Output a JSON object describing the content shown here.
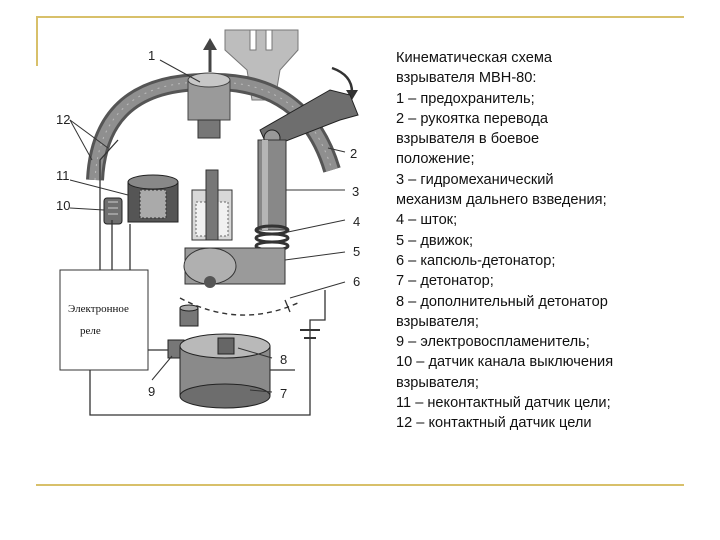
{
  "caption": {
    "lines": [
      "Кинематическая схема",
      "взрывателя МВН-80:",
      "1 – предохранитель;",
      "2 – рукоятка перевода",
      "взрывателя в боевое",
      "положение;",
      "3 – гидромеханический",
      "механизм дальнего взведения;",
      "4 – шток;",
      "5 – движок;",
      "6 – капсюль-детонатор;",
      "7 – детонатор;",
      "8 – дополнительный детонатор",
      "взрывателя;",
      "9 – электровоспламенитель;",
      "10 – датчик канала выключения",
      "взрывателя;",
      "11 – неконтактный датчик цели;",
      "12 – контактный датчик цели"
    ]
  },
  "diagram": {
    "callouts": [
      "1",
      "12",
      "11",
      "10",
      "2",
      "3",
      "4",
      "5",
      "6",
      "8",
      "9",
      "7"
    ],
    "relay_line1": "Электронное",
    "relay_line2": "реле"
  }
}
